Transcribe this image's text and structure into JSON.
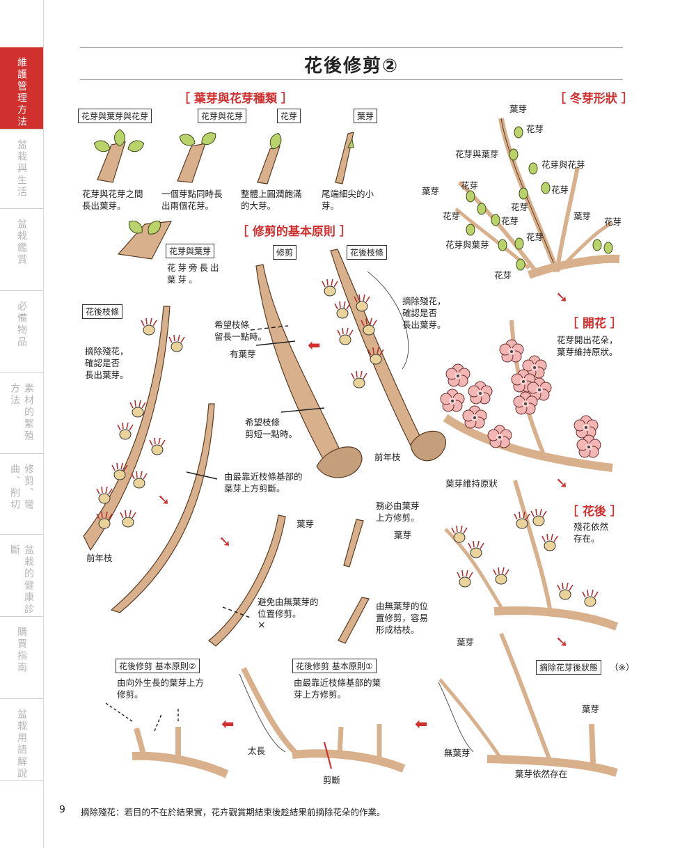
{
  "sidebar": {
    "tabs": [
      {
        "label": "維護管理方法",
        "active": true
      },
      {
        "label": "盆栽與生活",
        "active": false
      },
      {
        "label": "盆栽鑑賞",
        "active": false
      },
      {
        "label": "必備物品",
        "active": false
      },
      {
        "label": "素材的繁殖方法",
        "active": false
      },
      {
        "label": "修剪、彎曲、削切",
        "active": false
      },
      {
        "label": "盆栽的健康診斷",
        "active": false
      },
      {
        "label": "購買指南",
        "active": false
      },
      {
        "label": "盆栽用語解說",
        "active": false
      }
    ]
  },
  "title": "花後修剪②",
  "sections": {
    "bud_types": "［ 葉芽與花芽種類 ］",
    "winter_bud": "［ 冬芽形狀 ］",
    "basic_principle": "［ 修剪的基本原則 ］",
    "flowering": "［ 開花 ］",
    "after_flower": "［ 花後 ］"
  },
  "bud_types": [
    {
      "label": "花芽與葉芽與花芽",
      "desc": [
        "花芽與花芽之間",
        "長出葉芽。"
      ]
    },
    {
      "label": "花芽與花芽",
      "desc": [
        "一個芽點同時長",
        "出兩個花芽。"
      ]
    },
    {
      "label": "花芽",
      "desc": [
        "整體上圓潤飽滿",
        "的大芽。"
      ]
    },
    {
      "label": "葉芽",
      "desc": [
        "尾端細尖的小",
        "芽。"
      ]
    },
    {
      "label": "花芽與葉芽",
      "desc": [
        "花芽旁長出",
        "葉芽。"
      ]
    }
  ],
  "winter_labels": {
    "ye": "葉芽",
    "hua": "花芽",
    "huaye": "花芽與葉芽",
    "huahua": "花芽與花芽"
  },
  "principle": {
    "prune_label": "修剪",
    "after_branch_label": "花後枝條",
    "keep_long": [
      "希望枝條",
      "留長一點時。"
    ],
    "has_bud": "有葉芽",
    "cut_short": [
      "希望枝條",
      "剪短一點時。"
    ],
    "remove_note": [
      "摘除殘花，",
      "確認是否",
      "長出葉芽。"
    ],
    "prev_year": "前年枝"
  },
  "left_column": {
    "label": "花後枝條",
    "remove_note": [
      "摘除殘花，",
      "確認是否",
      "長出葉芽。"
    ],
    "cut_note": [
      "由最靠近枝條基部的",
      "葉芽上方剪斷。"
    ],
    "prev_year": "前年枝"
  },
  "middle": {
    "ye": "葉芽",
    "avoid": [
      "避免由無葉芽的",
      "位置修剪。"
    ],
    "x_mark": "×",
    "must": [
      "務必由葉芽",
      "上方修剪。"
    ],
    "ye2": "葉芽",
    "dead": [
      "由無葉芽的位",
      "置修剪，容易",
      "形成枯枝。"
    ]
  },
  "right_column": {
    "flowering_note": [
      "花芽開出花朵，",
      "葉芽維持原狀。"
    ],
    "keep_state": "葉芽維持原狀",
    "after_note": [
      "殘花依然",
      "存在。"
    ],
    "removed_label": "摘除花芽後狀態",
    "note_mark": "（※）",
    "ye_top": "葉芽",
    "ye_right": "葉芽",
    "no_bud": "無葉芽",
    "still": "葉芽依然存在"
  },
  "bottom": {
    "rule2_label": "花後修剪 基本原則②",
    "rule2_desc": [
      "由向外生長的葉芽上方",
      "修剪。"
    ],
    "rule1_label": "花後修剪 基本原則①",
    "rule1_desc": [
      "由最靠近枝條基部的葉",
      "芽上方修剪。"
    ],
    "too_long": "太長",
    "cut": "剪斷"
  },
  "footer": {
    "page_number": "9",
    "note": "摘除殘花：若目的不在於結果實，花卉觀賞期結束後趁結果前摘除花朵的作業。"
  },
  "colors": {
    "accent": "#d0302e",
    "branch": "#d9b08c",
    "bud": "#b9d36a",
    "blossom": "#f2b7b4"
  }
}
